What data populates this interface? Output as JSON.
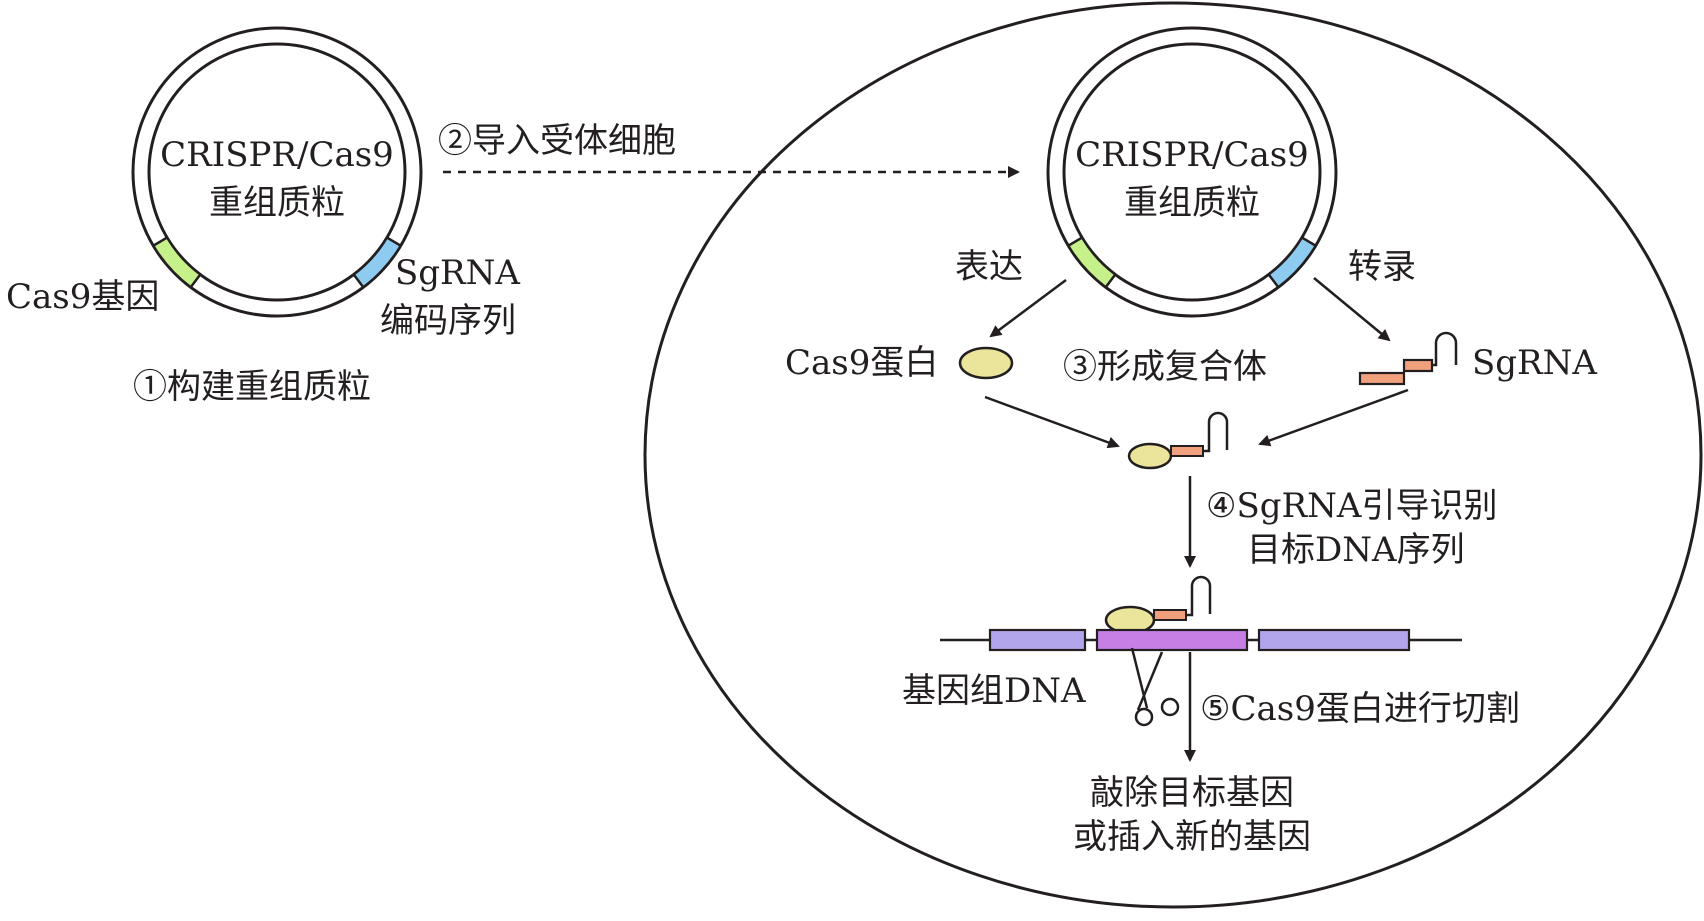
{
  "plasmid_left": {
    "name_line1": "CRISPR/Cas9",
    "name_line2": "重组质粒",
    "cas9_gene_label": "Cas9基因",
    "sgrna_label_line1": "SgRNA",
    "sgrna_label_line2": "编码序列"
  },
  "steps": {
    "step1": "①构建重组质粒",
    "step2": "②导入受体细胞",
    "step3": "③形成复合体",
    "step4_line1": "④SgRNA引导识别",
    "step4_line2": "目标DNA序列",
    "step5": "⑤Cas9蛋白进行切割"
  },
  "cell": {
    "plasmid_name_line1": "CRISPR/Cas9",
    "plasmid_name_line2": "重组质粒",
    "express_label": "表达",
    "transcribe_label": "转录",
    "cas9_protein_label": "Cas9蛋白",
    "sgrna_label": "SgRNA",
    "genome_dna_label": "基因组DNA",
    "result_line1": "敲除目标基因",
    "result_line2": "或插入新的基因"
  },
  "colors": {
    "cas9_gene": "#c6f08a",
    "sgrna_coding": "#8ecbf1",
    "cas9_protein": "#eae59a",
    "sgrna": "#f1a07e",
    "dna_flank": "#b2a5ec",
    "dna_target": "#c77fe6",
    "stroke": "#231f20"
  }
}
